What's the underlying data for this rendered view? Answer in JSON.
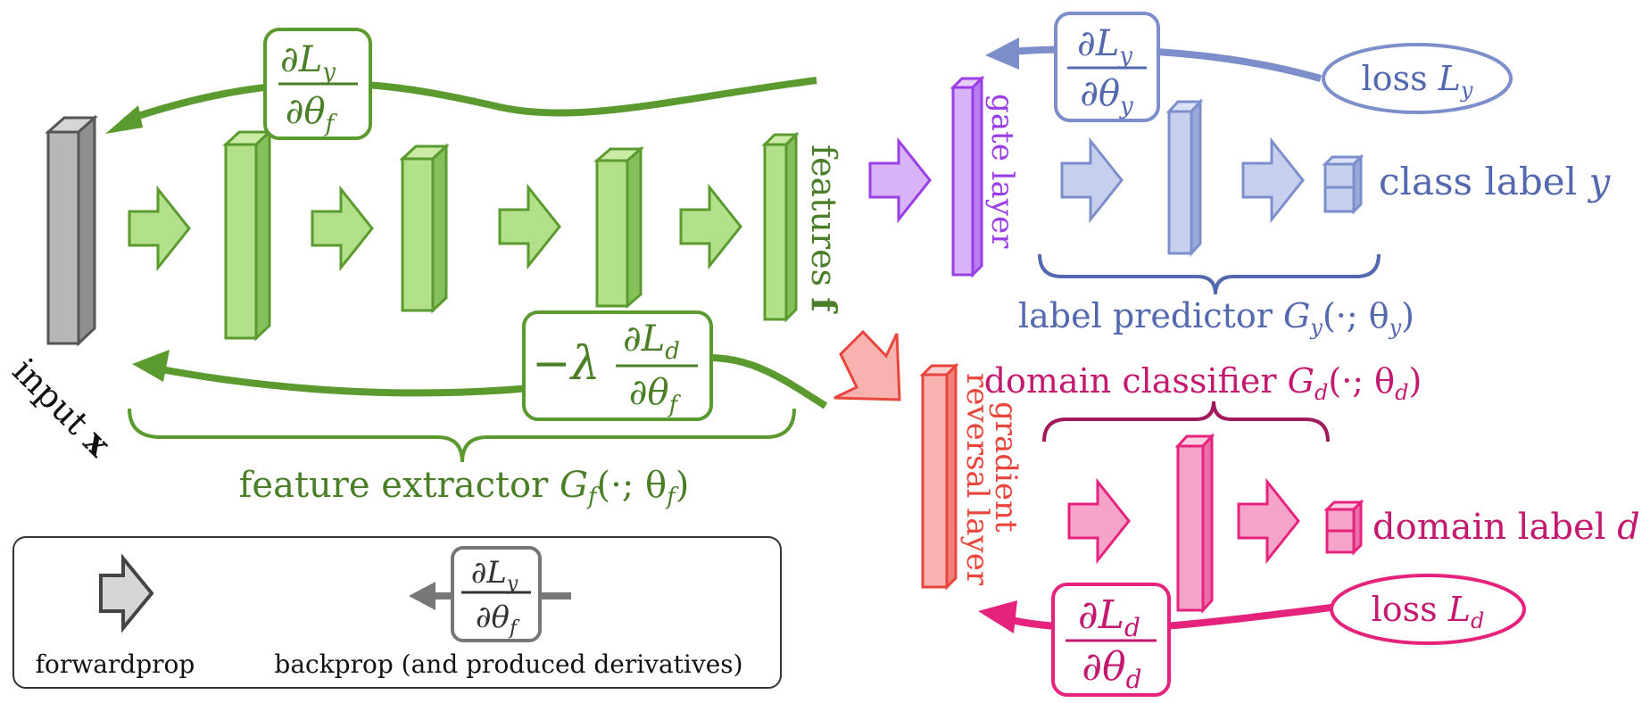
{
  "colors": {
    "green": "#5a9a2e",
    "green_dark": "#4a7f28",
    "green_fill": "#b3e08a",
    "green_side": "#86c05a",
    "green_top": "#c9eba5",
    "gray": "#707070",
    "gray_fill": "#b7b7b7",
    "gray_dark": "#555555",
    "blue": "#5468b0",
    "blue_light": "#7d8fcb",
    "blue_fill": "#c6d0ee",
    "purple": "#9a3fe6",
    "purple_fill": "#d8b3f7",
    "red": "#e8463d",
    "red_fill": "#f8b3b0",
    "pink": "#c3196f",
    "pink_bright": "#e5237d",
    "pink_fill": "#f6a3c9"
  },
  "labels": {
    "input": "input",
    "input_var": "x",
    "features": "features",
    "features_var": "f",
    "gate_layer": "gate layer",
    "grl_line1": "gradient",
    "grl_line2": "reversal layer",
    "feature_extractor": "feature extractor",
    "feature_extractor_math": "G",
    "feature_extractor_sub": "f",
    "feature_extractor_args": "(·; θ",
    "feature_extractor_args_sub": "f",
    "feature_extractor_close": ")",
    "label_predictor": "label predictor",
    "label_predictor_math": "G",
    "label_predictor_sub": "y",
    "label_predictor_args": "(·; θ",
    "label_predictor_args_sub": "y",
    "label_predictor_close": ")",
    "domain_classifier": "domain classifier",
    "domain_classifier_math": "G",
    "domain_classifier_sub": "d",
    "domain_classifier_args": "(·; θ",
    "domain_classifier_args_sub": "d",
    "domain_classifier_close": ")",
    "class_label": "class label",
    "class_label_var": "y",
    "domain_label": "domain label",
    "domain_label_var": "d",
    "loss_y": "loss",
    "loss_y_var": "L",
    "loss_y_sub": "y",
    "loss_d": "loss",
    "loss_d_var": "L",
    "loss_d_sub": "d"
  },
  "derivatives": {
    "dLy_dthetaf": {
      "num": "∂L",
      "num_sub": "y",
      "den": "∂θ",
      "den_sub": "f"
    },
    "dLy_dthetay": {
      "num": "∂L",
      "num_sub": "y",
      "den": "∂θ",
      "den_sub": "y"
    },
    "neg_lambda_dLd_dthetaf": {
      "prefix": "−λ",
      "num": "∂L",
      "num_sub": "d",
      "den": "∂θ",
      "den_sub": "f"
    },
    "dLd_dthetad": {
      "num": "∂L",
      "num_sub": "d",
      "den": "∂θ",
      "den_sub": "d"
    },
    "legend": {
      "num": "∂L",
      "num_sub": "y",
      "den": "∂θ",
      "den_sub": "f"
    }
  },
  "legend": {
    "forwardprop": "forwardprop",
    "backprop": "backprop (and produced derivatives)"
  }
}
